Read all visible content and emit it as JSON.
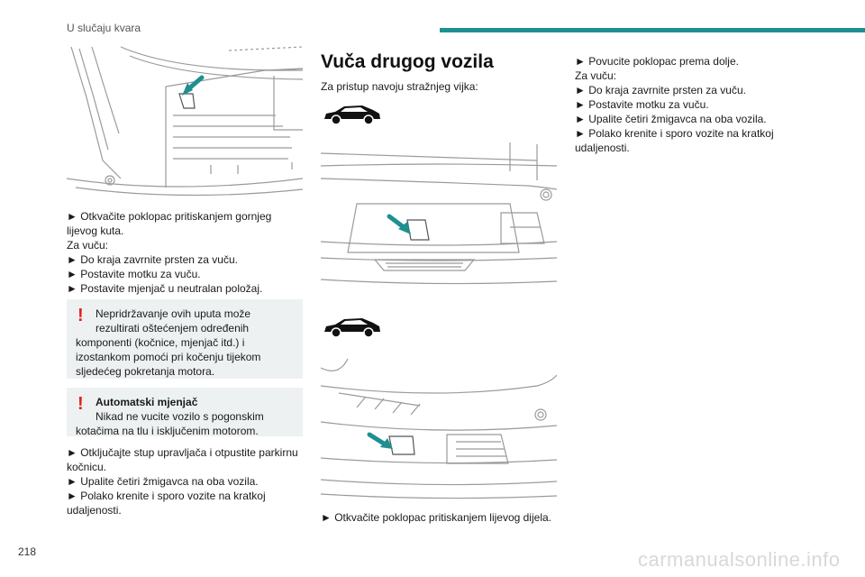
{
  "header": {
    "title": "U slučaju kvara",
    "accent_color": "#1f8f8f"
  },
  "page_number": "218",
  "watermark": "carmanualsonline.info",
  "left_column": {
    "steps_1": [
      "► Otkvačite poklopac pritiskanjem gornjeg",
      "lijevog kuta.",
      "Za vuču:",
      "► Do kraja zavrnite prsten za vuču.",
      "► Postavite motku za vuču.",
      "► Postavite mjenjač u neutralan položaj."
    ],
    "warning_1": [
      "Nepridržavanje ovih uputa može",
      "rezultirati oštećenjem određenih",
      "komponenti (kočnice, mjenjač itd.) i",
      "izostankom pomoći pri kočenju tijekom",
      "sljedećeg pokretanja motora."
    ],
    "warning_2_title": "Automatski mjenjač",
    "warning_2": [
      "Nikad ne vucite vozilo s pogonskim",
      "kotačima na tlu i isključenim motorom."
    ],
    "steps_2": [
      "► Otključajte stup upravljača i otpustite parkirnu",
      "kočnicu.",
      "► Upalite četiri žmigavca na oba vozila.",
      "► Polako krenite i sporo vozite na kratkoj",
      "udaljenosti."
    ],
    "warning_color": "#e2231a"
  },
  "middle_column": {
    "title": "Vuča drugog vozila",
    "intro": "Za pristup navoju stražnjeg vijka:",
    "caption": "► Otkvačite poklopac pritiskanjem lijevog dijela."
  },
  "right_column": {
    "steps": [
      "► Povucite poklopac prema dolje.",
      "Za vuču:",
      "► Do kraja zavrnite prsten za vuču.",
      "► Postavite motku za vuču.",
      "► Upalite četiri žmigavca na oba vozila.",
      "► Polako krenite i sporo vozite na kratkoj",
      "udaljenosti."
    ]
  }
}
